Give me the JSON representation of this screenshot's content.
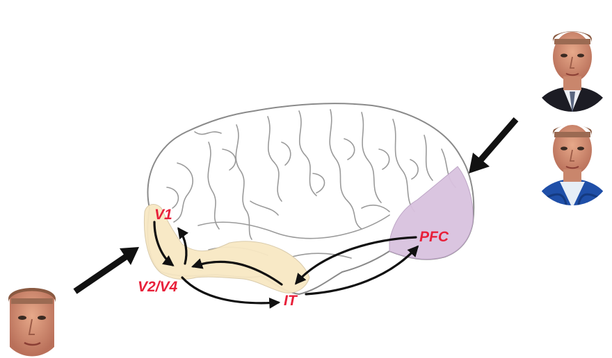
{
  "labels": {
    "v1": "V1",
    "v2v4": "V2/V4",
    "it": "IT",
    "pfc": "PFC"
  },
  "colors": {
    "label": "#e8203a",
    "visual_stream": "#f8e8c4",
    "pfc": "#d9c2df",
    "arrow": "#111111",
    "brain_outline": "#8a8a8a"
  },
  "icons": {
    "input_face": "face-icon",
    "category_face_suit": "face-suit-icon",
    "category_face_overalls": "face-overalls-icon"
  }
}
